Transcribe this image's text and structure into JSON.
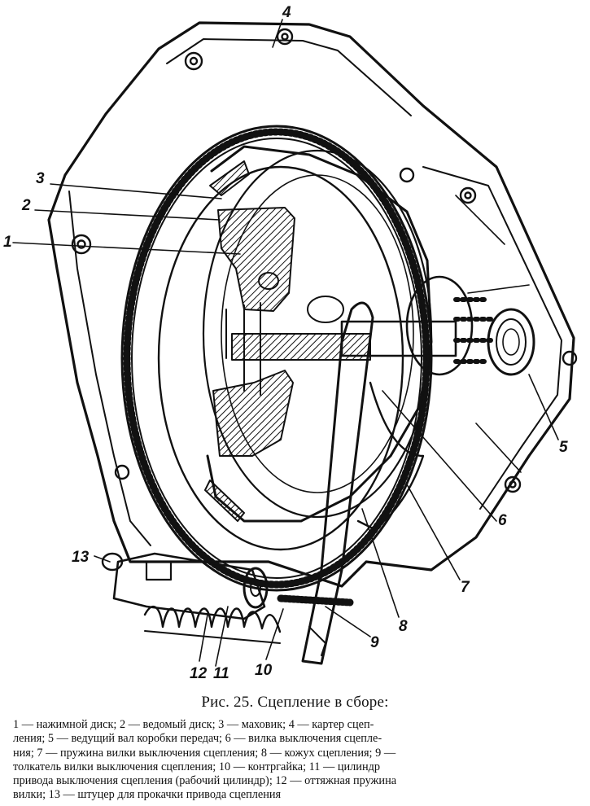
{
  "figure": {
    "callouts": [
      {
        "id": "4",
        "label": "4"
      },
      {
        "id": "3",
        "label": "3"
      },
      {
        "id": "2",
        "label": "2"
      },
      {
        "id": "1",
        "label": "1"
      },
      {
        "id": "5",
        "label": "5"
      },
      {
        "id": "6",
        "label": "6"
      },
      {
        "id": "7",
        "label": "7"
      },
      {
        "id": "8",
        "label": "8"
      },
      {
        "id": "9",
        "label": "9"
      },
      {
        "id": "10",
        "label": "10"
      },
      {
        "id": "11",
        "label": "11"
      },
      {
        "id": "12",
        "label": "12"
      },
      {
        "id": "13",
        "label": "13"
      }
    ]
  },
  "caption": "Рис. 25. Сцепление в сборе:",
  "legend": [
    "1 — нажимной диск; 2 — ведомый диск; 3 — маховик; 4 — картер сцеп-",
    "ления; 5 — ведущий вал коробки передач; 6 — вилка выключения сцепле-",
    "ния; 7 — пружина вилки выключения сцепления; 8 — кожух сцепления; 9 —",
    "толкатель вилки выключения сцепления; 10 — контргайка; 11 — цилиндр",
    "привода выключения сцепления (рабочий цилиндр); 12 — оттяжная пружина",
    "вилки; 13 — штуцер для прокачки привода сцепления"
  ]
}
